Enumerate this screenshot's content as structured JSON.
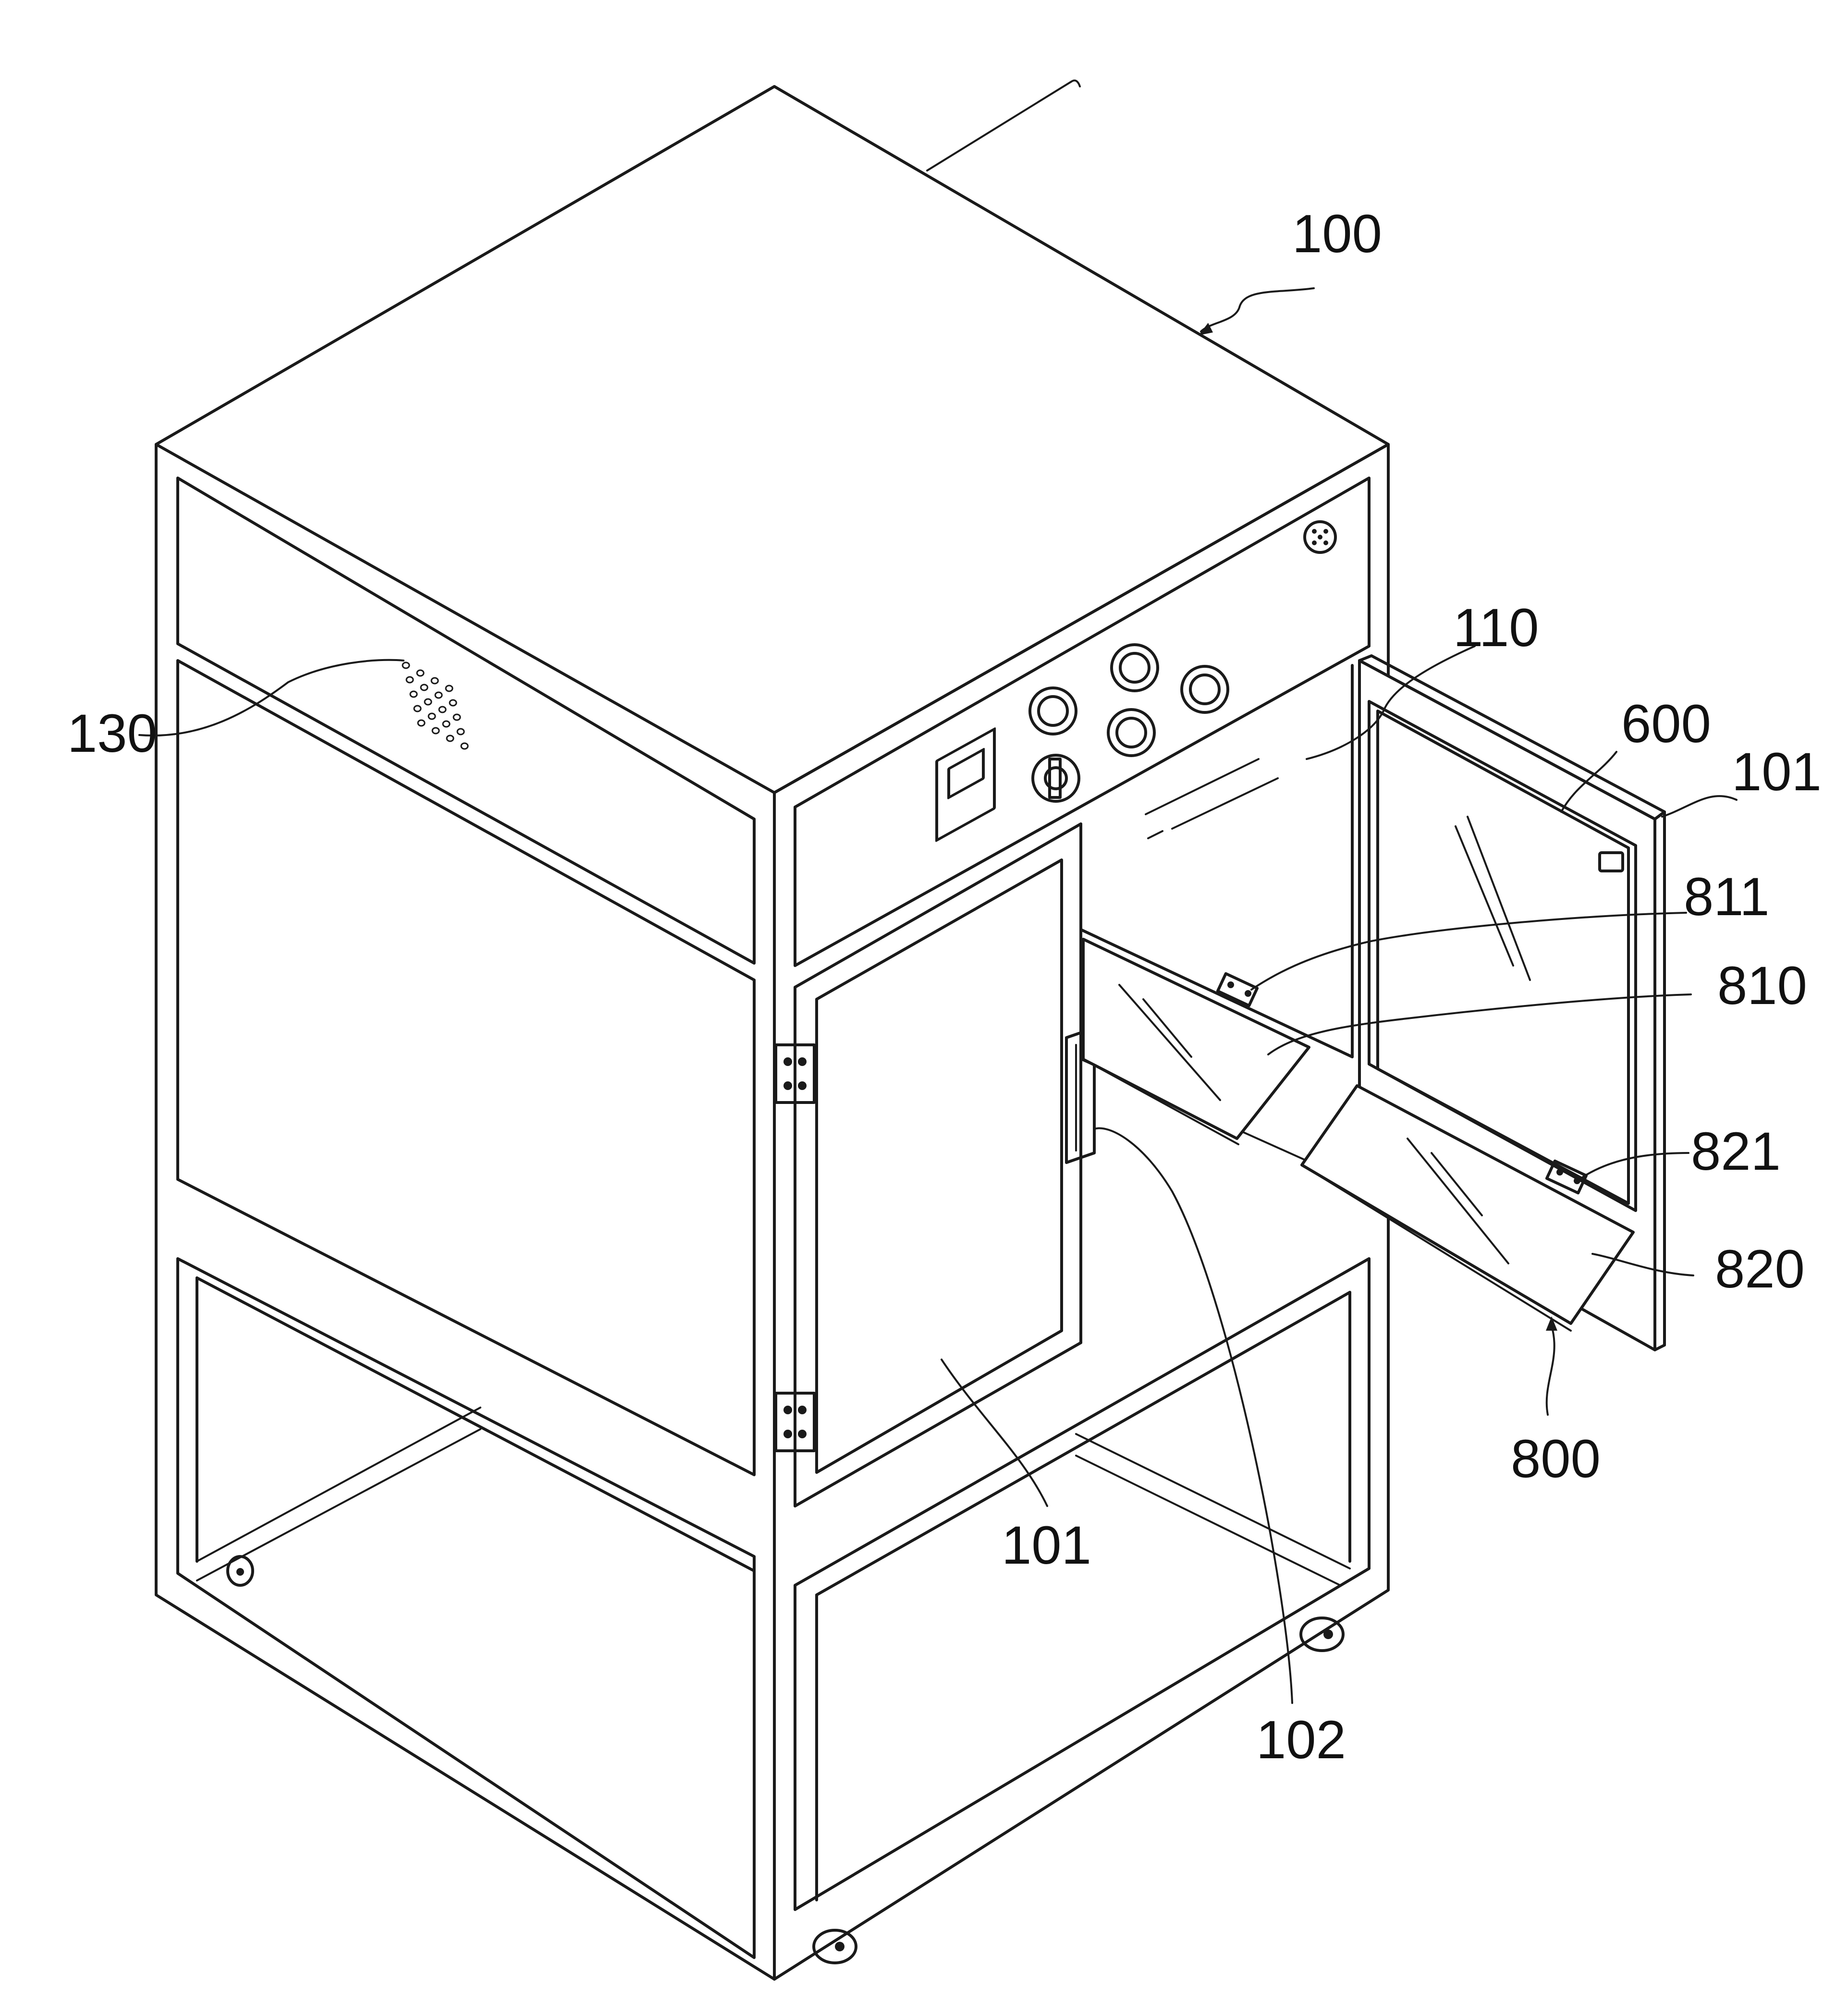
{
  "figure": {
    "reference_labels": [
      {
        "id": "label-100",
        "text": "100"
      },
      {
        "id": "label-110",
        "text": "110"
      },
      {
        "id": "label-130",
        "text": "130"
      },
      {
        "id": "label-600",
        "text": "600"
      },
      {
        "id": "label-101-door",
        "text": "101"
      },
      {
        "id": "label-811",
        "text": "811"
      },
      {
        "id": "label-810",
        "text": "810"
      },
      {
        "id": "label-821",
        "text": "821"
      },
      {
        "id": "label-820",
        "text": "820"
      },
      {
        "id": "label-800",
        "text": "800"
      },
      {
        "id": "label-101-front",
        "text": "101"
      },
      {
        "id": "label-102",
        "text": "102"
      }
    ]
  }
}
